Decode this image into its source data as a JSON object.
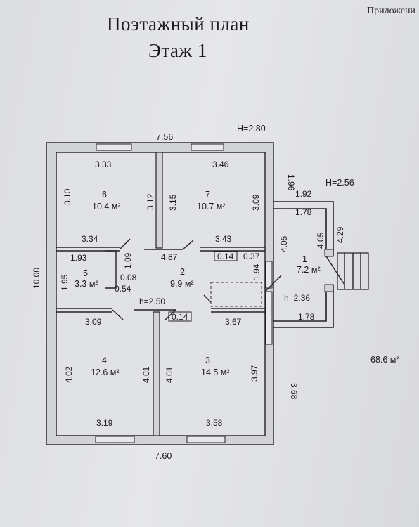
{
  "header": {
    "corner_text": "Приложени",
    "title_line1": "Поэтажный план",
    "title_line2": "Этаж 1"
  },
  "plan": {
    "total_area": "68.6 м²",
    "heights": {
      "main": "H=2.80",
      "porch": "H=2.56",
      "room2": "h=2.50",
      "room1": "h=2.36"
    },
    "outer_dims": {
      "top": "7.56",
      "bottom": "7.60",
      "left": "10.00",
      "right_upper": "1.96",
      "right_lower": "3.68"
    },
    "rooms": [
      {
        "num": "6",
        "area": "10.4 м²"
      },
      {
        "num": "7",
        "area": "10.7 м²"
      },
      {
        "num": "5",
        "area": "3.3 м²"
      },
      {
        "num": "2",
        "area": "9.9 м²"
      },
      {
        "num": "1",
        "area": "7.2 м²"
      },
      {
        "num": "4",
        "area": "12.6 м²"
      },
      {
        "num": "3",
        "area": "14.5 м²"
      }
    ],
    "dims": {
      "r6_top": "3.33",
      "r6_left": "3.10",
      "r6_right": "3.12",
      "r6_bottom": "3.34",
      "r7_top": "3.46",
      "r7_left": "3.15",
      "r7_right": "3.09",
      "r7_bottom": "3.43",
      "r5_top": "1.93",
      "r5_left": "1.95",
      "r5_right": "1.09",
      "r5_a": "0.08",
      "r5_b": "0.54",
      "r2_top": "4.87",
      "r2_a": "0.14",
      "r2_b": "0.37",
      "r2_right": "1.94",
      "r2_c": "0.14",
      "r1_top_out": "1.92",
      "r1_top_in": "1.78",
      "r1_left": "4.05",
      "r1_right_in": "4.05",
      "r1_right_out": "4.29",
      "r1_bottom": "1.78",
      "r4_top": "3.09",
      "r4_left": "4.02",
      "r4_right": "4.01",
      "r4_bottom": "3.19",
      "r3_top": "3.67",
      "r3_left": "4.01",
      "r3_right": "3.97",
      "r3_bottom": "3.58"
    }
  }
}
